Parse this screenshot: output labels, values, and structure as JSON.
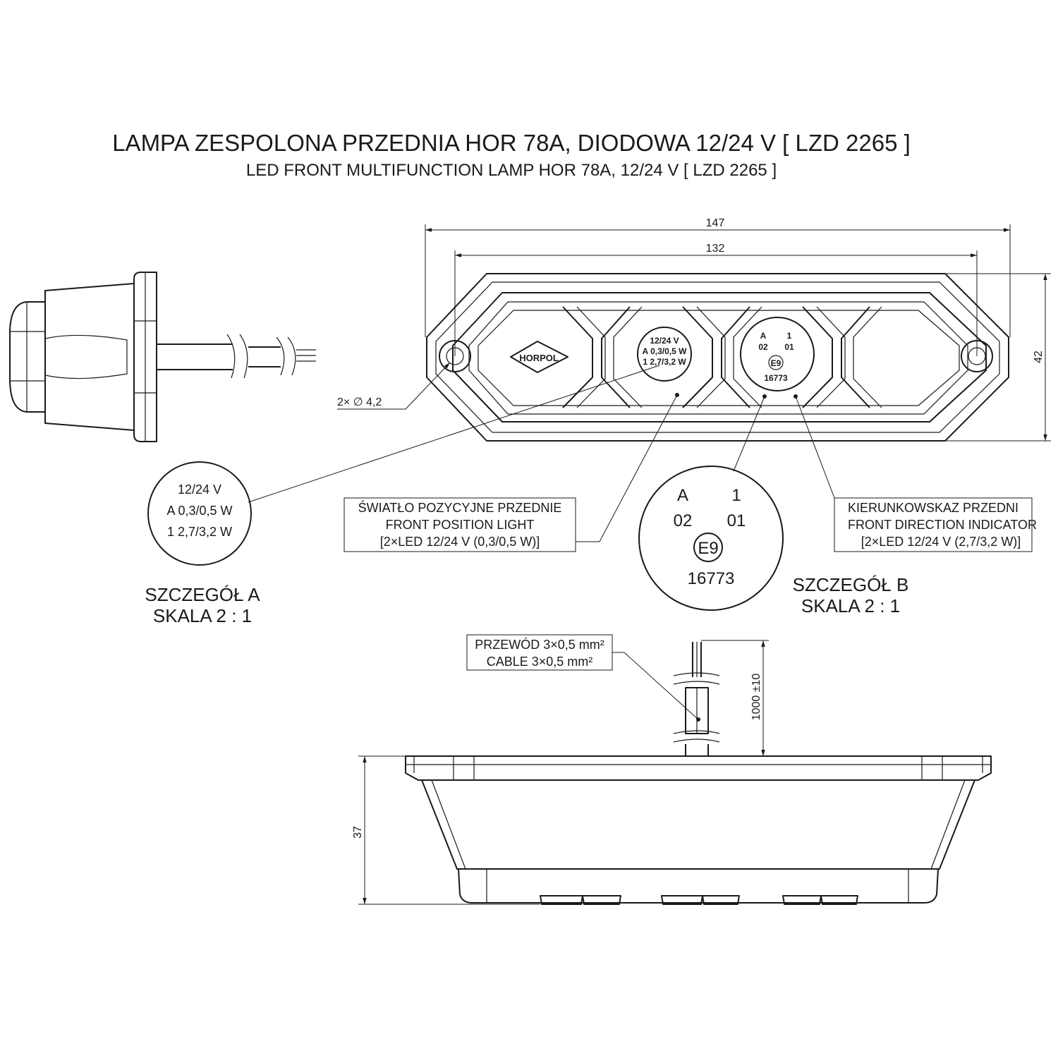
{
  "title": {
    "pl": "LAMPA ZESPOLONA PRZEDNIA HOR 78A, DIODOWA 12/24 V [ LZD 2265 ]",
    "en": "LED FRONT MULTIFUNCTION LAMP HOR 78A, 12/24 V [ LZD 2265 ]"
  },
  "dimensions": {
    "overall_length": "147",
    "hole_spacing": "132",
    "height": "42",
    "holes": "2× ∅ 4,2",
    "cable_length": "1000 ±10",
    "depth": "37"
  },
  "lamp": {
    "logo": "HORPOL",
    "marking_a": [
      "12/24 V",
      "A 0,3/0,5 W",
      "1  2,7/3,2 W"
    ],
    "marking_b": {
      "a": "A",
      "one": "1",
      "o2": "02",
      "o1": "01",
      "e": "E9",
      "num": "16773"
    }
  },
  "callouts": {
    "position_light": [
      "ŚWIATŁO POZYCYJNE PRZEDNIE",
      "FRONT POSITION LIGHT",
      "[2×LED 12/24 V (0,3/0,5 W)]"
    ],
    "direction_indicator": [
      "KIERUNKOWSKAZ PRZEDNI",
      "FRONT DIRECTION INDICATOR",
      "[2×LED 12/24 V (2,7/3,2 W)]"
    ],
    "cable": [
      "PRZEWÓD 3×0,5 mm²",
      "CABLE 3×0,5 mm²"
    ]
  },
  "detail_a": {
    "lines": [
      "12/24 V",
      "A 0,3/0,5 W",
      "1  2,7/3,2 W"
    ],
    "label": "SZCZEGÓŁ A",
    "scale": "SKALA 2 : 1"
  },
  "detail_b": {
    "a": "A",
    "one": "1",
    "o2": "02",
    "o1": "01",
    "e": "E9",
    "num": "16773",
    "label": "SZCZEGÓŁ B",
    "scale": "SKALA 2 : 1"
  }
}
